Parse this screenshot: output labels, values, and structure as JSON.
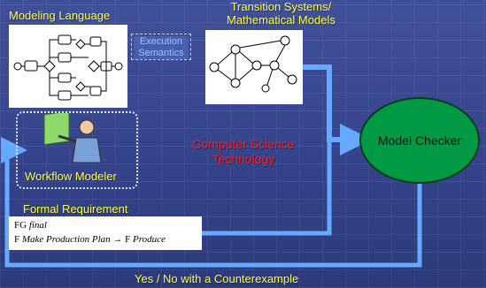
{
  "labels": {
    "modeling_language": "Modeling Language",
    "transition_systems_line1": "Transition Systems/",
    "transition_systems_line2": "Mathematical Models",
    "execution_line1": "Execution",
    "execution_line2": "Semantics",
    "workflow_modeler": "Workflow Modeler",
    "computer_science_line1": "Computer Science",
    "computer_science_line2": "Technology",
    "model_checker": "Model Checker",
    "formal_requirement": "Formal Requirement",
    "yes_no": "Yes / No with a Counterexample"
  },
  "formal": {
    "line1_op": "FG",
    "line1_term": "final",
    "line2_op1": "F",
    "line2_term1": "Make Production Plan",
    "line2_arrow": "→",
    "line2_op2": "F",
    "line2_term2": "Produce"
  },
  "colors": {
    "arrow": "#66aaff",
    "label_yellow": "#ffff33",
    "checker_fill": "#009944",
    "cst_red": "#ff1a1a"
  }
}
